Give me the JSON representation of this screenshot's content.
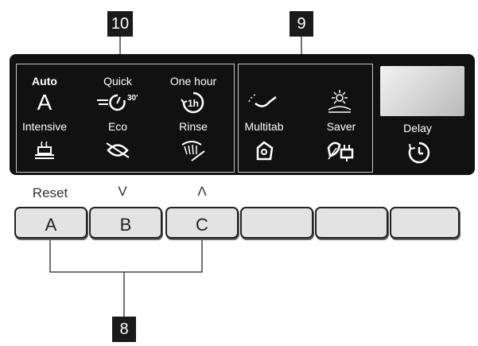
{
  "callouts": {
    "buttons": "8",
    "options": "9",
    "programs": "10"
  },
  "programs": {
    "auto": {
      "label": "Auto",
      "symbol": "A"
    },
    "quick": {
      "label": "Quick",
      "icon": "quick-wash-icon",
      "icon_text": "30'"
    },
    "one_hour": {
      "label": "One hour",
      "icon": "one-hour-icon",
      "icon_text": "1h"
    },
    "intensive": {
      "label": "Intensive",
      "icon": "pot-icon"
    },
    "eco": {
      "label": "Eco",
      "icon": "leaf-icon"
    },
    "rinse": {
      "label": "Rinse",
      "icon": "rinse-spray-icon"
    }
  },
  "options": {
    "multitab": {
      "label": "Multitab",
      "icon": "tablet-icon"
    },
    "saver": {
      "label": "Saver",
      "icon": "leaf-plug-icon"
    },
    "rinse_aid": {
      "icon": "rinse-aid-icon"
    },
    "salt": {
      "icon": "salt-indicator-icon"
    }
  },
  "delay": {
    "label": "Delay",
    "icon": "clock-icon"
  },
  "button_labels": {
    "reset": "Reset",
    "down": "V",
    "up": "Λ"
  },
  "buttons": [
    {
      "letter": "A"
    },
    {
      "letter": "B"
    },
    {
      "letter": "C"
    },
    {
      "letter": ""
    },
    {
      "letter": ""
    },
    {
      "letter": ""
    }
  ],
  "colors": {
    "panel": "#111111",
    "button": "#e3e3e3",
    "callout": "#1a1a1a"
  }
}
